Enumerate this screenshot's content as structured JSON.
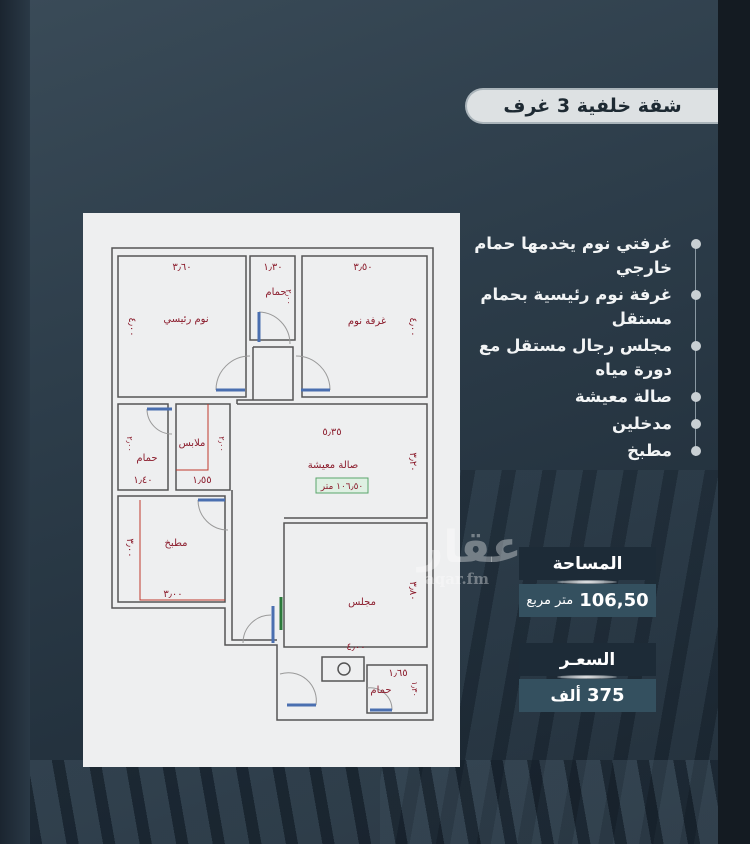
{
  "title": "شقة خلفية 3 غرف",
  "features": [
    "غرفتي نوم يخدمها حمام خارجي",
    "غرفة نوم رئيسية بحمام مستقل",
    "مجلس رجال مستقل مع دورة مياه",
    "صالة معيشة",
    "مدخلين",
    "مطبخ"
  ],
  "area": {
    "label": "المساحة",
    "value": "106,50",
    "unit": "متر مربع"
  },
  "price": {
    "label": "السعـر",
    "value": "375",
    "unit": "ألف"
  },
  "watermark": {
    "logo": "عقار",
    "site": "aqar.fm"
  },
  "floor_plan": {
    "rooms": {
      "master_bedroom": "نوم رئيسي",
      "bath_top": "حمام",
      "bedroom": "غرفة نوم",
      "bath_left": "حمام",
      "closet": "ملابس",
      "living": "صالة معيشة",
      "living_area": "١٠٦٫٥٠ متر",
      "kitchen": "مطبخ",
      "majlis": "مجلس",
      "bath_bottom": "حمام"
    },
    "dimensions": {
      "master_w": "٣٫٦٠",
      "bath_top_w": "١٫٣٠",
      "bedroom_w": "٣٫٥٠",
      "master_h": "٤٫٠٠",
      "bedroom_h": "٤٫٠٠",
      "bath_top_h": "٢٫٠٠",
      "living_w": "٥٫٣٥",
      "living_h": "٣٫٢٠",
      "bath_left_w": "١٫٤٠",
      "bath_left_h": "٢٫٠٠",
      "closet_w": "١٫٥٥",
      "closet_h": "٢٫٠٠",
      "kitchen_w": "٣٫٠٠",
      "kitchen_h": "٣٫٠٠",
      "majlis_w": "٤٫٠٠",
      "majlis_h": "٣٫٨٠",
      "bath_bottom_w": "١٫٦٥",
      "bath_bottom_h": "١٫٣٠"
    }
  },
  "colors": {
    "label": "#8b1c2c",
    "wall": "#555555",
    "door": "#4a6fb0",
    "accent_box": "#1d2b37"
  }
}
